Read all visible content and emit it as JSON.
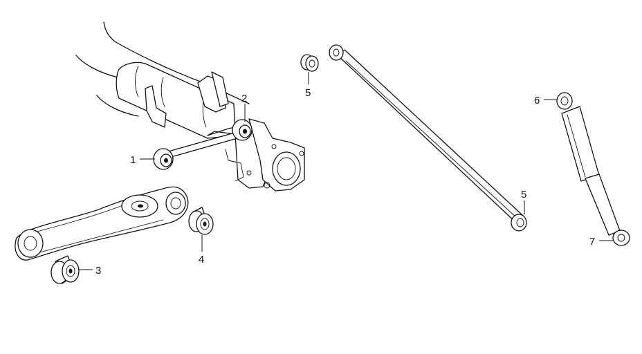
{
  "callouts": [
    {
      "id": "1",
      "label": "1"
    },
    {
      "id": "2",
      "label": "2"
    },
    {
      "id": "3",
      "label": "3"
    },
    {
      "id": "4",
      "label": "4"
    },
    {
      "id": "5a",
      "label": "5"
    },
    {
      "id": "5b",
      "label": "5"
    },
    {
      "id": "6",
      "label": "6"
    },
    {
      "id": "7",
      "label": "7"
    }
  ],
  "colors": {
    "ink": "#111111",
    "background": "#ffffff"
  }
}
